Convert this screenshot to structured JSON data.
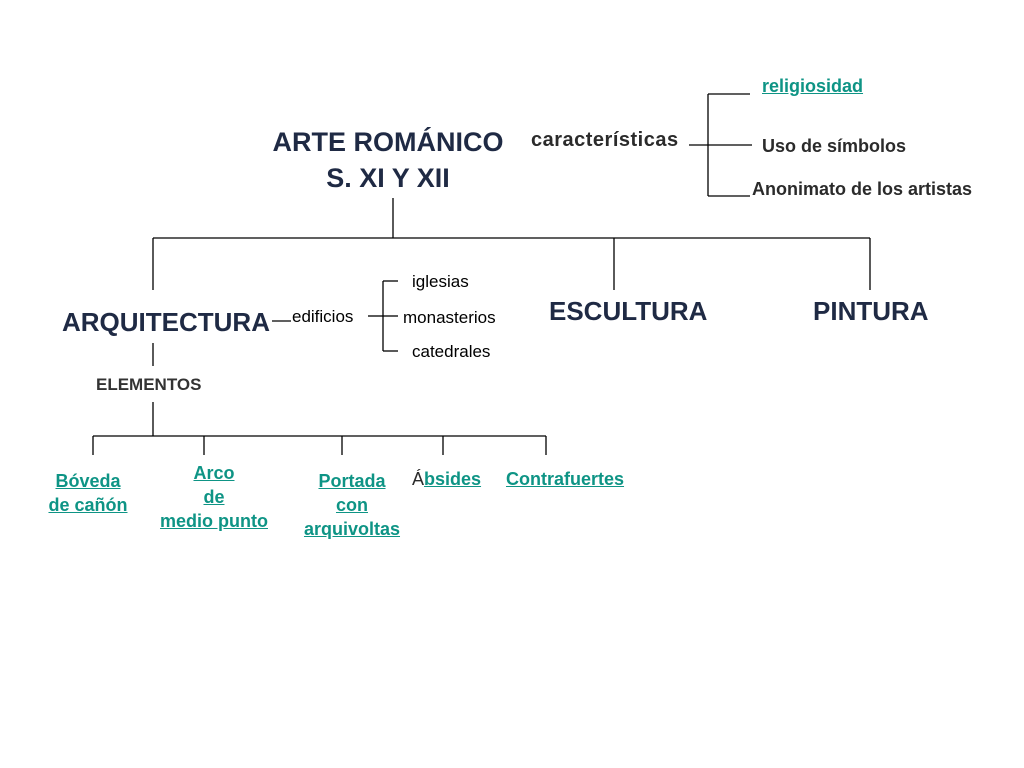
{
  "title": {
    "line1": "ARTE ROMÁNICO",
    "line2": "S. XI Y XII"
  },
  "caracteristicas": {
    "label": "características",
    "items": [
      "religiosidad",
      "Uso de símbolos",
      "Anonimato de los artistas"
    ]
  },
  "branches": {
    "arquitectura": "ARQUITECTURA",
    "escultura": "ESCULTURA",
    "pintura": "PINTURA"
  },
  "edificios": {
    "label": "edificios",
    "items": [
      "iglesias",
      "monasterios",
      "catedrales"
    ]
  },
  "elementos": {
    "label": "ELEMENTOS",
    "boveda": [
      "Bóveda",
      "de cañón"
    ],
    "arco": [
      "Arco",
      "de",
      "medio punto"
    ],
    "portada": [
      "Portada",
      "con",
      "arquivoltas"
    ],
    "absides": {
      "prefix": "Á",
      "link": "bsides"
    },
    "contrafuertes": "Contrafuertes"
  },
  "colors": {
    "text": "#1f2a44",
    "link": "#0e9485",
    "lines": "#000000"
  }
}
